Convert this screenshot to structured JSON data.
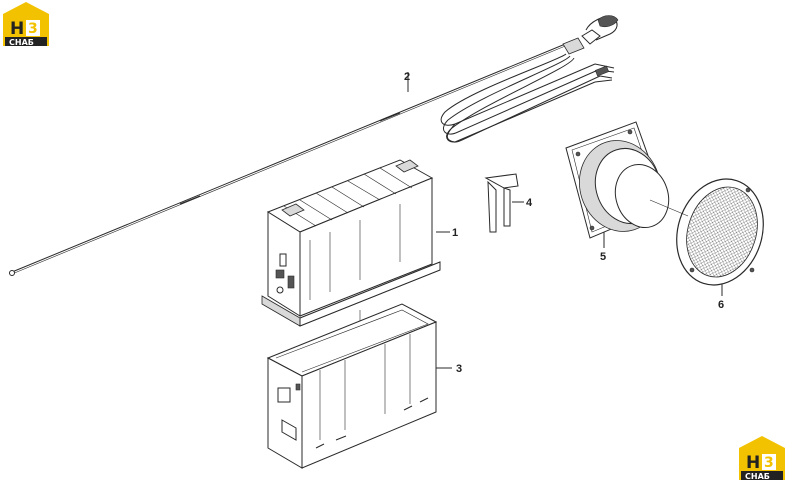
{
  "logos": [
    {
      "top_text": "H",
      "badge_text": "3",
      "bottom_text": "CHAБ",
      "color_body": "#222222",
      "color_accent": "#f2c200"
    },
    {
      "top_text": "H",
      "badge_text": "3",
      "bottom_text": "CHAБ",
      "color_body": "#222222",
      "color_accent": "#f2c200"
    }
  ],
  "callouts": [
    {
      "id": "1",
      "text": "1",
      "part": "radio-receiver"
    },
    {
      "id": "2",
      "text": "2",
      "part": "antenna"
    },
    {
      "id": "3",
      "text": "3",
      "part": "mounting-frame"
    },
    {
      "id": "4",
      "text": "4",
      "part": "removal-key"
    },
    {
      "id": "5",
      "text": "5",
      "part": "speaker"
    },
    {
      "id": "6",
      "text": "6",
      "part": "speaker-grille"
    }
  ],
  "colors": {
    "line": "#2a2a2a",
    "background": "#ffffff",
    "shade": "#d9d9d9"
  }
}
